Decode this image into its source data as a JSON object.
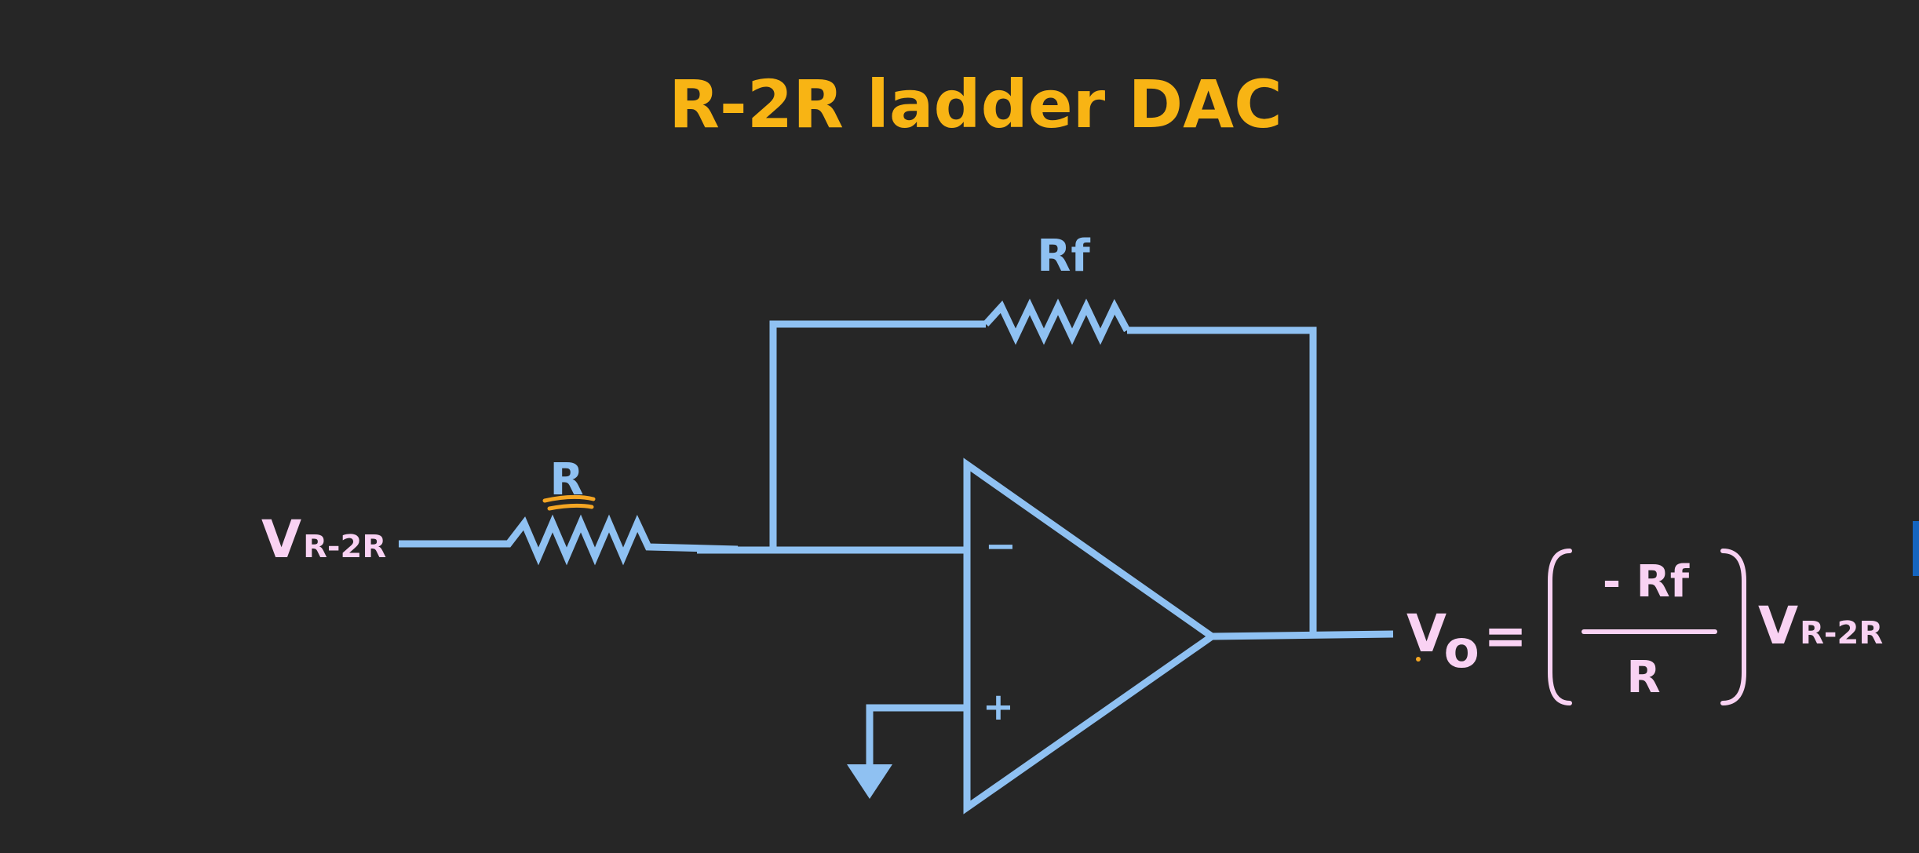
{
  "title": "R-2R ladder DAC",
  "labels": {
    "input_v": "V",
    "input_sub": "R-2R",
    "resistor_r": "R",
    "resistor_rf": "Rf",
    "minus": "−",
    "plus": "+",
    "output_v": "V",
    "output_sub": "o"
  },
  "equation": {
    "equals": "=",
    "numerator": "- Rf",
    "denominator": "R",
    "v": "V",
    "v_sub": "R-2R"
  },
  "colors": {
    "background": "#262626",
    "title": "#F8B414",
    "wire": "#8FC1F2",
    "label_blue": "#8FC1F2",
    "label_pink": "#F9D2F3",
    "underline": "#F5A623",
    "accent_bar": "#1565C0"
  }
}
